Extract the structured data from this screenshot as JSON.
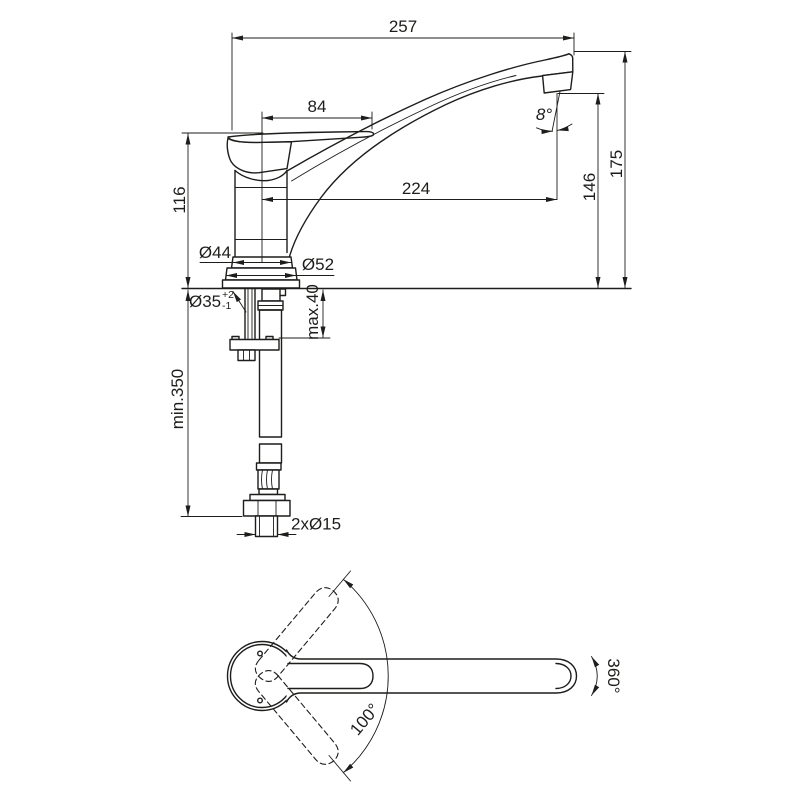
{
  "colors": {
    "background": "#ffffff",
    "ink": "#1d1d1b"
  },
  "side_view": {
    "labels": {
      "overall_length": "257",
      "handle_length": "84",
      "aerator_angle": "8°",
      "spout_reach": "224",
      "outlet_height": "146",
      "total_height": "175",
      "body_height": "116",
      "body_diameter": "Ø44",
      "base_diameter": "Ø52",
      "hole_diameter": "Ø35",
      "hole_tol_upper": "+2",
      "hole_tol_lower": "-1",
      "counter_thickness": "max.40",
      "hose_clearance": "min.350",
      "supply_pipes": "2xØ15"
    }
  },
  "top_view": {
    "labels": {
      "handle_swivel": "100°",
      "spout_rotation": "360°"
    }
  }
}
